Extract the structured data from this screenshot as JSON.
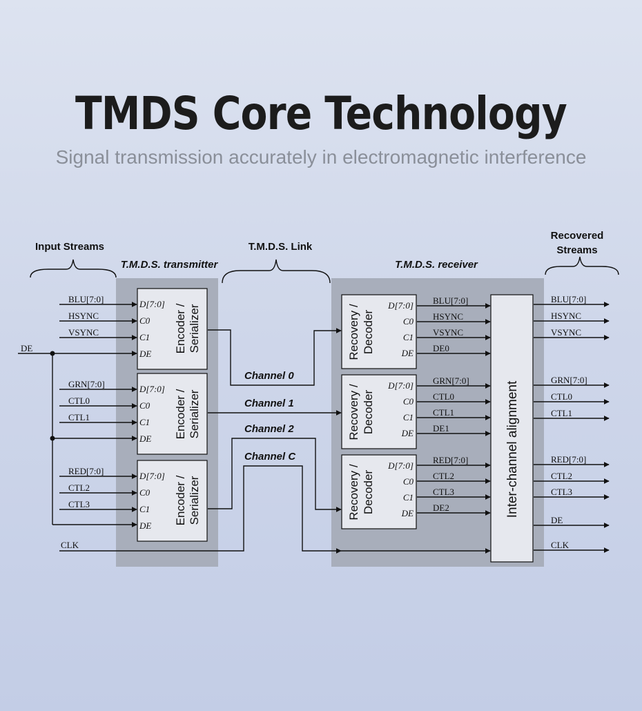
{
  "header": {
    "title": "TMDS Core Technology",
    "subtitle": "Signal transmission accurately in electromagnetic interference"
  },
  "labels": {
    "input_streams": "Input Streams",
    "transmitter": "T.M.D.S. transmitter",
    "link": "T.M.D.S. Link",
    "receiver": "T.M.D.S. receiver",
    "recovered_1": "Recovered",
    "recovered_2": "Streams"
  },
  "ports": {
    "d": "D[7:0]",
    "c0": "C0",
    "c1": "C1",
    "de": "DE"
  },
  "encoder": {
    "line1": "Encoder /",
    "line2": "Serializer"
  },
  "decoder": {
    "line1": "Recovery /",
    "line2": "Decoder"
  },
  "alignment": "Inter-channel alignment",
  "channels": [
    "Channel 0",
    "Channel 1",
    "Channel 2",
    "Channel C"
  ],
  "inputs": {
    "de": "DE",
    "clk": "CLK",
    "groups": [
      [
        "BLU[7:0]",
        "HSYNC",
        "VSYNC"
      ],
      [
        "GRN[7:0]",
        "CTL0",
        "CTL1"
      ],
      [
        "RED[7:0]",
        "CTL2",
        "CTL3"
      ]
    ]
  },
  "decoder_outputs": [
    [
      "BLU[7:0]",
      "HSYNC",
      "VSYNC",
      "DE0"
    ],
    [
      "GRN[7:0]",
      "CTL0",
      "CTL1",
      "DE1"
    ],
    [
      "RED[7:0]",
      "CTL2",
      "CTL3",
      "DE2"
    ]
  ],
  "recovered_outputs": [
    [
      "BLU[7:0]",
      "HSYNC",
      "VSYNC"
    ],
    [
      "GRN[7:0]",
      "CTL0",
      "CTL1"
    ],
    [
      "RED[7:0]",
      "CTL2",
      "CTL3"
    ],
    [
      "DE",
      "CLK"
    ]
  ],
  "colors": {
    "panel": "#a8aebb",
    "block": "#e6e8ee",
    "line": "#111111"
  }
}
